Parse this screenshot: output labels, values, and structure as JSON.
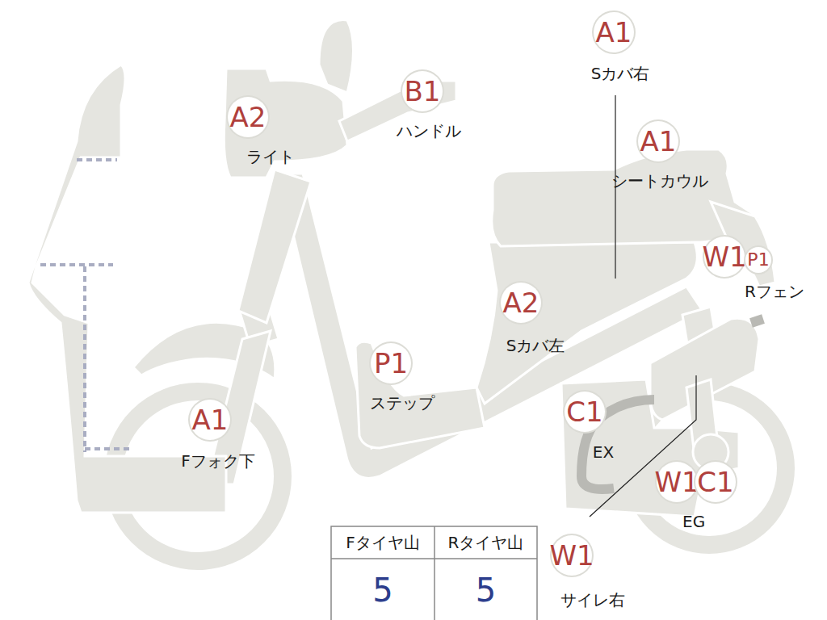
{
  "diagram": {
    "nodes": [
      {
        "text": [
          "A1",
          "Sカバ右"
        ]
      },
      {
        "text": [
          "B1",
          "ハンドル"
        ]
      },
      {
        "text": [
          "A2",
          "ライト"
        ]
      },
      {
        "text": [
          "A1",
          "シートカウル"
        ]
      },
      {
        "text": [
          "W1"
        ]
      },
      {
        "text": [
          "P1"
        ]
      },
      {
        "text": [
          "A2",
          "Sカバ左"
        ]
      },
      {
        "text": [
          "P1",
          "ステップ"
        ]
      },
      {
        "text": [
          "C1",
          "EX"
        ]
      },
      {
        "text": [
          "A1",
          "Fフォク下"
        ]
      },
      {
        "text": [
          "W1"
        ]
      },
      {
        "text": [
          "C1"
        ]
      },
      {
        "text": [
          "W1",
          "サイレ右"
        ]
      }
    ],
    "edges": [],
    "labels": [
      "Rフェン",
      "EG",
      "Fタイヤ山",
      "Rタイヤ山",
      "5",
      "5"
    ]
  }
}
